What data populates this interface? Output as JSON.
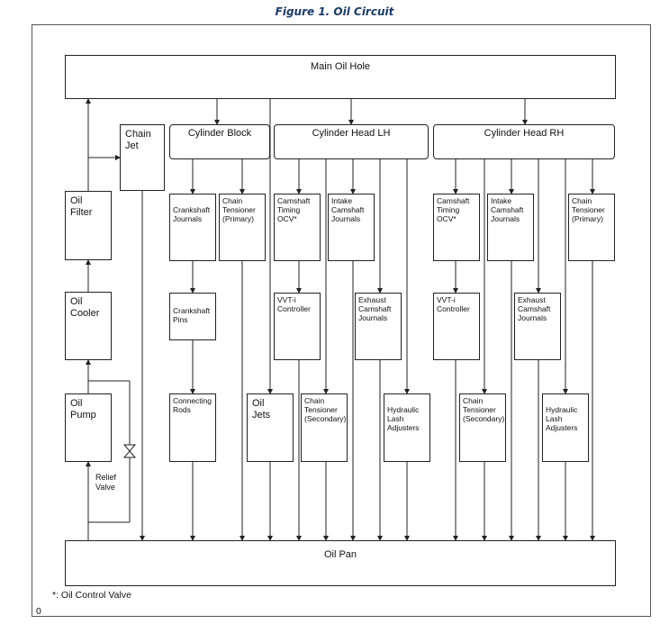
{
  "figure_title": "Figure 1. Oil Circuit",
  "boxes": {
    "main_oil_hole": "Main Oil Hole",
    "oil_pan": "Oil Pan",
    "chain_jet": "Chain\nJet",
    "oil_filter": "Oil\nFilter",
    "oil_cooler": "Oil\nCooler",
    "oil_pump": "Oil\nPump",
    "cylinder_block": "Cylinder Block",
    "cylinder_head_lh": "Cylinder Head LH",
    "cylinder_head_rh": "Cylinder Head RH",
    "crankshaft_journals": "Crankshaft\nJournals",
    "chain_tensioner_primary_lh": "Chain\nTensioner\n(Primary)",
    "camshaft_timing_ocv_lh": "Camshaft\nTiming\nOCV*",
    "intake_camshaft_journals_lh": "Intake\nCamshaft\nJournals",
    "camshaft_timing_ocv_rh": "Camshaft\nTiming\nOCV*",
    "intake_camshaft_journals_rh": "Intake\nCamshaft\nJournals",
    "chain_tensioner_primary_rh": "Chain\nTensioner\n(Primary)",
    "crankshaft_pins": "Crankshaft\nPins",
    "vvti_controller_lh": "VVT-i\nController",
    "exhaust_camshaft_journals_lh": "Exhaust\nCamshaft\nJournals",
    "vvti_controller_rh": "VVT-i\nController",
    "exhaust_camshaft_journals_rh": "Exhaust\nCamshaft\nJournals",
    "connecting_rods": "Connecting\nRods",
    "oil_jets": "Oil\nJets",
    "chain_tensioner_secondary_lh": "Chain\nTensioner\n(Secondary)",
    "hydraulic_lash_adjusters_lh": "Hydraulic\nLash\nAdjusters",
    "chain_tensioner_secondary_rh": "Chain\nTensioner\n(Secondary)",
    "hydraulic_lash_adjusters_rh": "Hydraulic\nLash\nAdjusters"
  },
  "relief_valve_label": "Relief\nValve",
  "footnote": "*: Oil Control Valve",
  "corner_mark": "0"
}
